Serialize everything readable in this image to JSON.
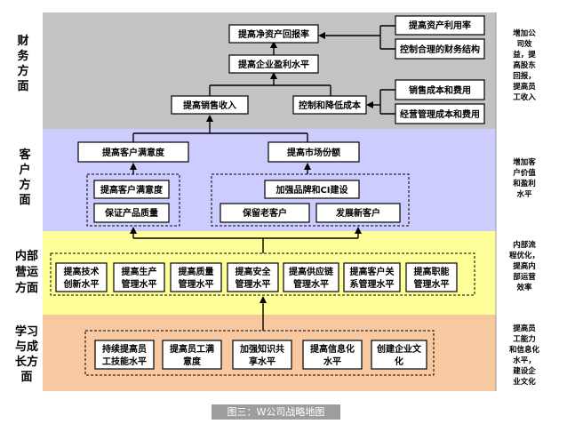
{
  "perspectives": {
    "finance": [
      "财",
      "务",
      "方",
      "面"
    ],
    "customer": [
      "客",
      "户",
      "方",
      "面"
    ],
    "internal": [
      "内部",
      "营运",
      "方面"
    ],
    "learning": [
      "学习",
      "与成",
      "长方",
      "面"
    ]
  },
  "finance": {
    "net_return": "提高净资产回报率",
    "asset_utilization": "提高资产利用率",
    "financial_structure": "控制合理的财务结构",
    "profit_level": "提高企业盈利水平",
    "sales_income": "提高销售收入",
    "cost_control": "控制和降低成本",
    "sales_cost": "销售成本和费用",
    "mgmt_cost": "经营管理成本和费用"
  },
  "customer": {
    "satisfaction_top": "提高客户满意度",
    "market_share": "提高市场份额",
    "satisfaction": "提高客户满意度",
    "product_quality": "保证产品质量",
    "brand_ci": "加强品牌和CI建设",
    "retain_old": "保留老客户",
    "develop_new": "发展新客户"
  },
  "internal": {
    "items": [
      [
        "提高技术",
        "创新水平"
      ],
      [
        "提高生产",
        "管理水平"
      ],
      [
        "提高质量",
        "管理水平"
      ],
      [
        "提高安全",
        "管理水平"
      ],
      [
        "提高供应链",
        "管理水平"
      ],
      [
        "提高客户关",
        "系管理水平"
      ],
      [
        "提高职能",
        "管理水平"
      ]
    ]
  },
  "learning": {
    "items": [
      [
        "持续提高员",
        "工技能水平"
      ],
      [
        "提高员工满",
        "意度"
      ],
      [
        "加强知识共",
        "享水平"
      ],
      [
        "提高信息化",
        "水平"
      ],
      [
        "创建企业文",
        "化"
      ]
    ]
  },
  "right_notes": {
    "finance": [
      "增加公",
      "司效",
      "益，提",
      "高股东",
      "回报，",
      "提高员",
      "工收入"
    ],
    "customer": [
      "增加客",
      "户价值",
      "和盈利",
      "水平"
    ],
    "internal": [
      "内部流",
      "程优化，",
      "提高内",
      "部运营",
      "效率"
    ],
    "learning": [
      "提高员",
      "工能力",
      "和信息化",
      "水平，",
      "建设企",
      "业文化"
    ]
  },
  "caption": "图三：W公司战略地图",
  "colors": {
    "finance_band": "#c3c3c3",
    "customer_band": "#ccccff",
    "internal_band": "#ffff99",
    "learning_band": "#f8c8a0"
  }
}
